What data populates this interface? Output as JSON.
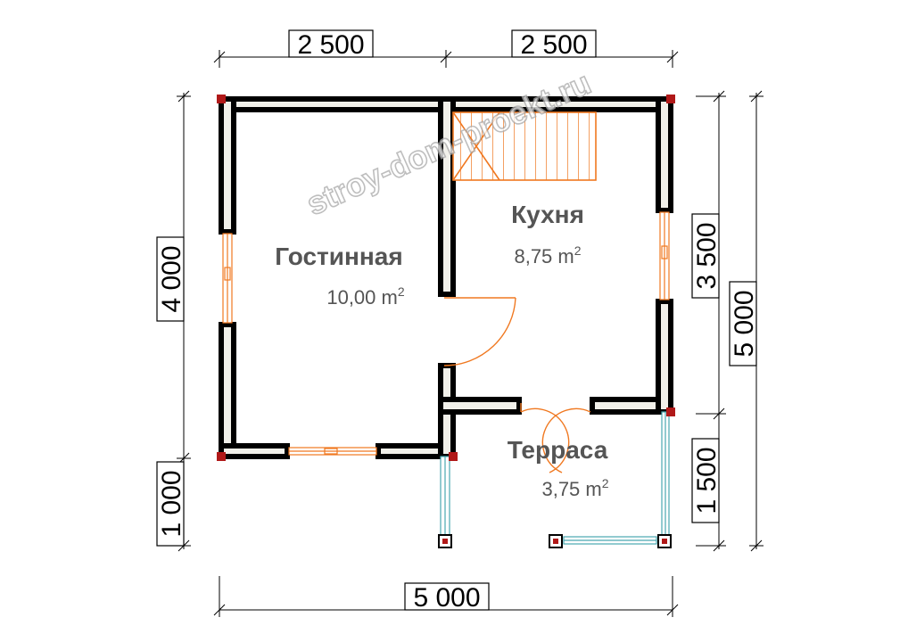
{
  "dimensions": {
    "top_left": "2 500",
    "top_right": "2 500",
    "left_main": "4 000",
    "left_porch": "1 000",
    "right_upper": "3 500",
    "right_lower": "1 500",
    "right_total": "5 000",
    "bottom_total": "5 000"
  },
  "rooms": {
    "living": {
      "name": "Гостинная",
      "area": "10,00 m",
      "sup": "2"
    },
    "kitchen": {
      "name": "Кухня",
      "area": "8,75 m",
      "sup": "2"
    },
    "terrace": {
      "name": "Терраса",
      "area": "3,75 m",
      "sup": "2"
    }
  },
  "watermark": "stroy-dom-proekt.ru",
  "colors": {
    "wall_outline": "#000000",
    "wall_fill": "#f1f0ea",
    "door_arc": "#f07820",
    "window": "#f07820",
    "stairs": "#f07820",
    "glazing": "#4aa8b0",
    "corner_post": "#b01818"
  }
}
